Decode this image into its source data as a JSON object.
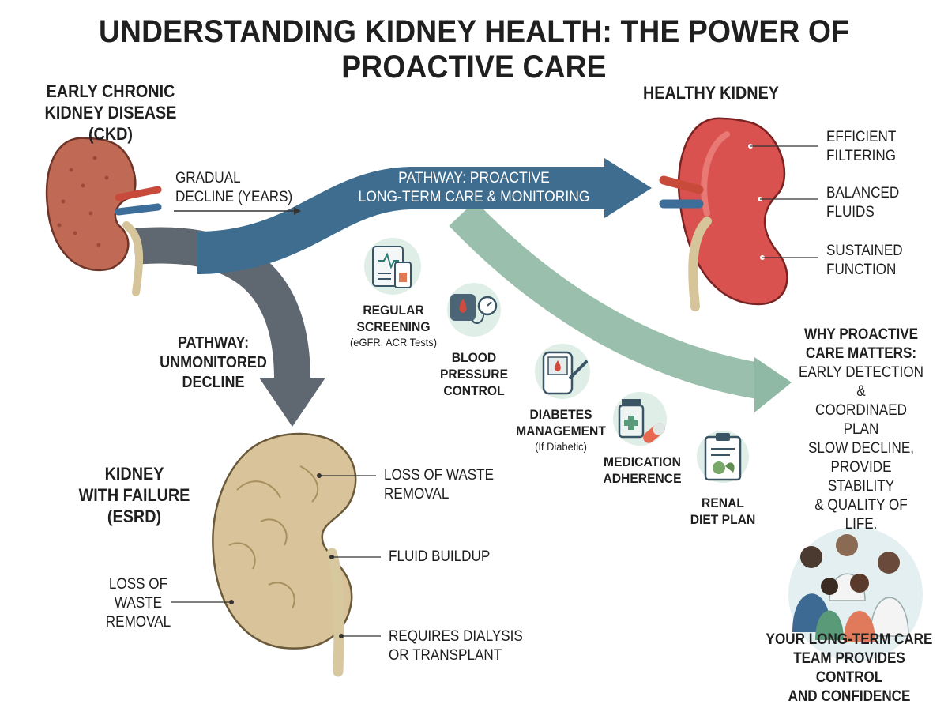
{
  "title": "UNDERSTANDING KIDNEY HEALTH: THE POWER OF PROACTIVE CARE",
  "ckd": {
    "title_line1": "EARLY CHRONIC",
    "title_line2": "KIDNEY DISEASE (CKD)"
  },
  "decline": {
    "line1": "GRADUAL",
    "line2": "DECLINE (YEARS)"
  },
  "proactive_path": {
    "line1": "PATHWAY: PROACTIVE",
    "line2": "LONG-TERM CARE & MONITORING"
  },
  "healthy": {
    "title": "HEALTHY KIDNEY",
    "labels": [
      {
        "line1": "EFFICIENT",
        "line2": "FILTERING"
      },
      {
        "line1": "BALANCED",
        "line2": "FLUIDS"
      },
      {
        "line1": "SUSTAINED",
        "line2": "FUNCTION"
      }
    ]
  },
  "unmonitored_path": {
    "line1": "PATHWAY:",
    "line2": "UNMONITORED",
    "line3": "DECLINE"
  },
  "failure": {
    "title_line1": "KIDNEY",
    "title_line2": "WITH FAILURE",
    "title_line3": "(ESRD)",
    "left_label": {
      "line1": "LOSS OF",
      "line2": "WASTE",
      "line3": "REMOVAL"
    },
    "labels": [
      {
        "line1": "LOSS OF WASTE",
        "line2": "REMOVAL"
      },
      {
        "line1": "FLUID BUILDUP",
        "line2": ""
      },
      {
        "line1": "REQUIRES DIALYSIS",
        "line2": "OR TRANSPLANT"
      }
    ]
  },
  "steps": {
    "screening": {
      "line1": "REGULAR",
      "line2": "SCREENING",
      "sub": "(eGFR, ACR Tests)"
    },
    "bp": {
      "line1": "BLOOD",
      "line2": "PRESSURE",
      "line3": "CONTROL"
    },
    "diabetes": {
      "line1": "DIABETES",
      "line2": "MANAGEMENT",
      "sub": "(If Diabetic)"
    },
    "medication": {
      "line1": "MEDICATION",
      "line2": "ADHERENCE"
    },
    "diet": {
      "line1": "RENAL",
      "line2": "DIET PLAN"
    }
  },
  "why": {
    "title_line1": "WHY PROACTIVE",
    "title_line2": "CARE MATTERS:",
    "lines": [
      "EARLY DETECTION &",
      "COORDINAED PLAN",
      "SLOW DECLINE,",
      "PROVIDE STABILITY",
      "& QUALITY OF LIFE."
    ]
  },
  "team": {
    "line1": "YOUR LONG-TERM CARE",
    "line2": "TEAM PROVIDES CONTROL",
    "line3": "AND CONFIDENCE"
  },
  "icons": [
    "kidney-early-icon",
    "kidney-healthy-icon",
    "kidney-failure-icon",
    "screening-icon",
    "blood-pressure-icon",
    "glucose-meter-icon",
    "medication-icon",
    "diet-plan-icon",
    "care-team-icon"
  ],
  "colors": {
    "proactive_arrow": "#3f6d8f",
    "unmonitored_arrow": "#5f6871",
    "green_arrow": "#8fb9a4",
    "healthy_kidney": "#d9524f",
    "early_kidney": "#c06a55",
    "failed_kidney": "#d9c39a"
  }
}
